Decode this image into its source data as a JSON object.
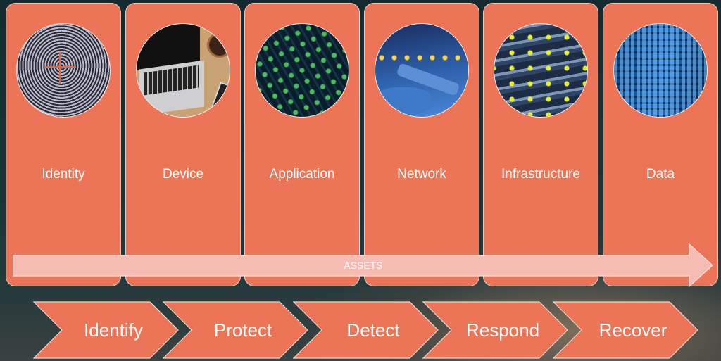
{
  "assets": {
    "columns": [
      {
        "label": "Identity",
        "image": "fingerprint-photo"
      },
      {
        "label": "Device",
        "image": "laptop-photo"
      },
      {
        "label": "Application",
        "image": "code-grid-photo"
      },
      {
        "label": "Network",
        "image": "network-cables-photo"
      },
      {
        "label": "Infrastructure",
        "image": "server-rack-photo"
      },
      {
        "label": "Data",
        "image": "hex-data-photo"
      }
    ],
    "arrow_label": "ASSETS"
  },
  "functions": [
    {
      "label": "Identify"
    },
    {
      "label": "Protect"
    },
    {
      "label": "Detect"
    },
    {
      "label": "Respond"
    },
    {
      "label": "Recover"
    }
  ],
  "colors": {
    "accent": "#ed7557",
    "arrow": "#f6bcb3",
    "background": "#132a31"
  }
}
